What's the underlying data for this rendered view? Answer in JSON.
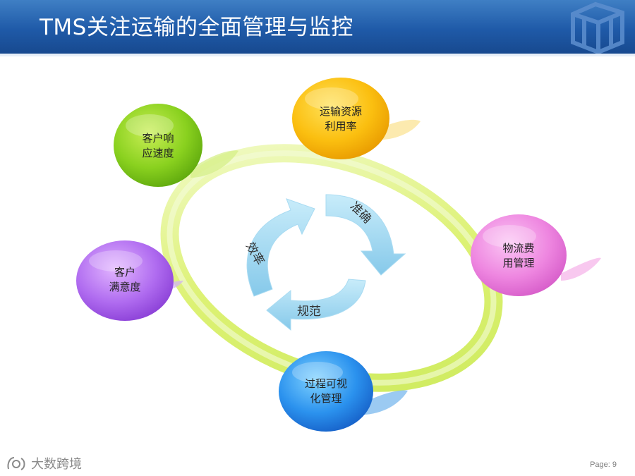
{
  "slide": {
    "title": "TMS关注运输的全面管理与监控",
    "page": "Page: 9"
  },
  "nodes": [
    {
      "id": "n1",
      "label": "客户响\n应速度",
      "color": "#7cc41c"
    },
    {
      "id": "n2",
      "label": "运输资源\n利用率",
      "color": "#f5b400"
    },
    {
      "id": "n3",
      "label": "物流费\n用管理",
      "color": "#e96ed8"
    },
    {
      "id": "n4",
      "label": "过程可视\n化管理",
      "color": "#1f7fe0"
    },
    {
      "id": "n5",
      "label": "客户\n满意度",
      "color": "#9b4fe0"
    }
  ],
  "cycle": {
    "arrows": [
      {
        "label": "准确"
      },
      {
        "label": "规范"
      },
      {
        "label": "效率"
      }
    ]
  },
  "watermark": {
    "text": "大数跨境"
  },
  "colors": {
    "header": "#1f5aa8",
    "ring": "#d7f06a",
    "arrow": "#9fd4ee"
  }
}
